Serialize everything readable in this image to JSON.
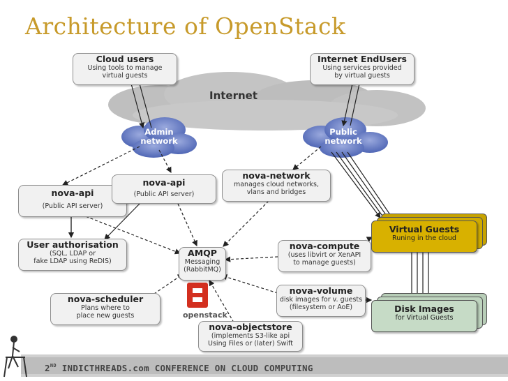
{
  "slide_title": "Architecture of OpenStack",
  "internet_label": "Internet",
  "clouds": {
    "admin": "Admin\nnetwork",
    "public": "Public\nnetwork"
  },
  "boxes": {
    "cloud_users": {
      "title": "Cloud users",
      "sub": "Using tools to manage\nvirtual guests"
    },
    "internet_endusers": {
      "title": "Internet EndUsers",
      "sub": "Using services provided\nby virtual guests"
    },
    "nova_api_left": {
      "title": "nova-api",
      "sub": "(Public API server)"
    },
    "nova_api_center": {
      "title": "nova-api",
      "sub": "(Public API server)"
    },
    "nova_network": {
      "title": "nova-network",
      "sub": "manages cloud networks,\nvlans and bridges"
    },
    "user_auth": {
      "title": "User authorisation",
      "sub": "(SQL, LDAP or\nfake LDAP using ReDIS)"
    },
    "amqp": {
      "title": "AMQP",
      "sub": "Messaging\n(RabbitMQ)"
    },
    "nova_compute": {
      "title": "nova-compute",
      "sub": "(uses libvirt or XenAPI\nto manage guests)"
    },
    "nova_scheduler": {
      "title": "nova-scheduler",
      "sub": "Plans where to\nplace new guests"
    },
    "nova_volume": {
      "title": "nova-volume",
      "sub": "disk images for v. guests\n(filesystem or AoE)"
    },
    "nova_objectstore": {
      "title": "nova-objectstore",
      "sub": "(implements S3-like api\nUsing Files or (later) Swift"
    }
  },
  "stacks": {
    "virtual_guests": {
      "title": "Virtual Guests",
      "sub": "Runing in the cloud"
    },
    "disk_images": {
      "title": "Disk Images",
      "sub": "for Virtual Guests"
    }
  },
  "logo_word": "openstack",
  "footer": {
    "prefix": "2",
    "sup": "ND",
    "text": "INDICTHREADS.com CONFERENCE ON CLOUD COMPUTING"
  },
  "colors": {
    "title": "#c79a2a",
    "guest_fill": "#d8b100",
    "disk_fill": "#c6dbc6",
    "cloud_blue": "#6e86c8",
    "footer_bar": "#c9c9c9"
  }
}
